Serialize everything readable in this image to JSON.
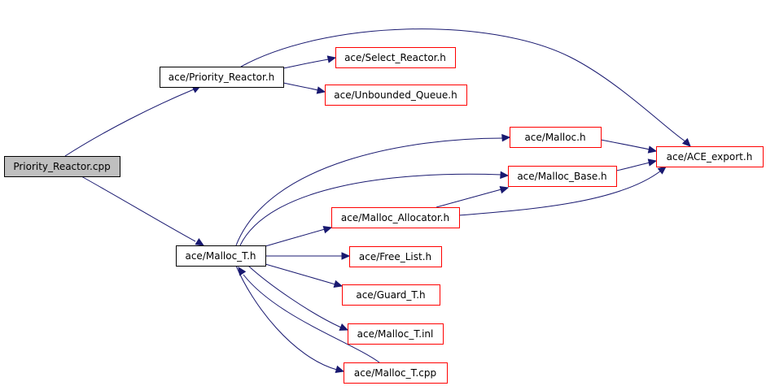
{
  "graph": {
    "colors": {
      "root_fill": "#bfbfbf",
      "root_border": "#000000",
      "internal_border": "#000000",
      "external_border": "#ff0000",
      "node_fill": "#ffffff",
      "edge": "#191970"
    },
    "nodes": [
      {
        "id": "root",
        "label": "Priority_Reactor.cpp",
        "kind": "root"
      },
      {
        "id": "prh",
        "label": "ace/Priority_Reactor.h",
        "kind": "internal"
      },
      {
        "id": "sel",
        "label": "ace/Select_Reactor.h",
        "kind": "external"
      },
      {
        "id": "unb",
        "label": "ace/Unbounded_Queue.h",
        "kind": "external"
      },
      {
        "id": "mal",
        "label": "ace/Malloc.h",
        "kind": "external"
      },
      {
        "id": "ace",
        "label": "ace/ACE_export.h",
        "kind": "external"
      },
      {
        "id": "mb",
        "label": "ace/Malloc_Base.h",
        "kind": "external"
      },
      {
        "id": "ma",
        "label": "ace/Malloc_Allocator.h",
        "kind": "external"
      },
      {
        "id": "mt",
        "label": "ace/Malloc_T.h",
        "kind": "internal"
      },
      {
        "id": "fl",
        "label": "ace/Free_List.h",
        "kind": "external"
      },
      {
        "id": "gt",
        "label": "ace/Guard_T.h",
        "kind": "external"
      },
      {
        "id": "inl",
        "label": "ace/Malloc_T.inl",
        "kind": "external"
      },
      {
        "id": "cpp",
        "label": "ace/Malloc_T.cpp",
        "kind": "external"
      }
    ],
    "edges": [
      {
        "from": "root",
        "to": "prh"
      },
      {
        "from": "root",
        "to": "mt"
      },
      {
        "from": "prh",
        "to": "sel"
      },
      {
        "from": "prh",
        "to": "unb"
      },
      {
        "from": "prh",
        "to": "ace"
      },
      {
        "from": "mt",
        "to": "mal"
      },
      {
        "from": "mt",
        "to": "mb"
      },
      {
        "from": "mt",
        "to": "ma"
      },
      {
        "from": "mt",
        "to": "fl"
      },
      {
        "from": "mt",
        "to": "gt"
      },
      {
        "from": "mt",
        "to": "inl"
      },
      {
        "from": "mt",
        "to": "cpp"
      },
      {
        "from": "mal",
        "to": "ace"
      },
      {
        "from": "mb",
        "to": "ace"
      },
      {
        "from": "ma",
        "to": "mb"
      },
      {
        "from": "ma",
        "to": "ace"
      },
      {
        "from": "cpp",
        "to": "mt"
      }
    ]
  }
}
